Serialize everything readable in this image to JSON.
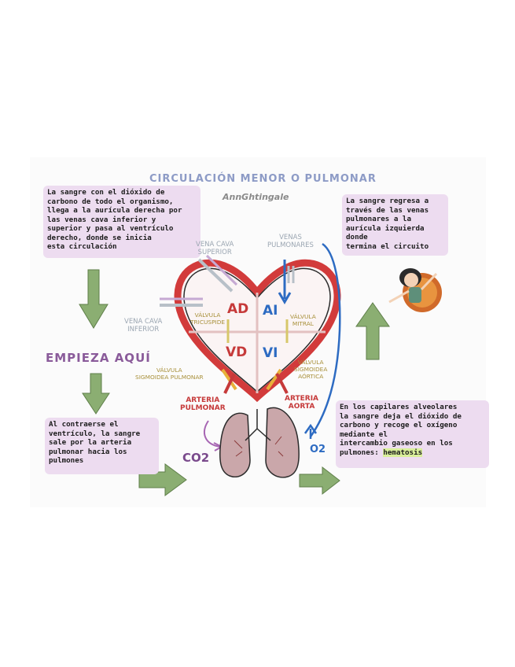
{
  "title": "CIRCULACIÓN MENOR O PULMONAR",
  "author": "AnnGhtingale",
  "notes": {
    "intro": "La sangre con el dióxido de\ncarbono de todo el organismo,\nllega a la aurícula derecha por\nlas venas cava inferior y\nsuperior y pasa al ventrículo\nderecho, donde se inicia\nesta circulación",
    "return": "La sangre regresa a\ntravés de las venas\npulmonares a la\naurícula izquierda\ndonde\ntermina el circuito",
    "contract": "Al contraerse el\nventrículo, la sangre\nsale por la arteria\npulmonar hacia los\npulmones",
    "exchange": "En los capilares alveolares\nla sangre deja el dióxido de\ncarbono y recoge el oxígeno\nmediante el\nintercambio gaseoso en los\npulmones:",
    "exchange_highlight": "hematosis"
  },
  "start_label": "EMPIEZA AQUÍ",
  "labels": {
    "vena_cava_superior": "VENA CAVA\nSUPERIOR",
    "venas_pulmonares": "VENAS\nPULMONARES",
    "vena_cava_inferior": "VENA CAVA\nINFERIOR",
    "valvula_tricuspide": "VÁLVULA\nTRICUSPIDE",
    "valvula_mitral": "VÁLVULA\nMITRAL",
    "valvula_sigmoidea_pulmonar": "VÁLVULA\nSIGMOIDEA PULMONAR",
    "valvula_sigmoidea_aortica": "VÁLVULA\nSIGMOIDEA\nAÓRTICA",
    "arteria_pulmonar": "ARTERIA\nPULMONAR",
    "arteria_aorta": "ARTERIA\nAORTA",
    "co2": "CO2",
    "o2": "O2"
  },
  "chambers": {
    "ad": "AD",
    "ai": "AI",
    "vd": "VD",
    "vi": "VI"
  },
  "colors": {
    "heart_outline": "#d23b3b",
    "heart_inner": "#2b2b2b",
    "arrow_green": "#8bae72",
    "note_bg": "#eddcf0",
    "title": "#8d9bc6",
    "blue_vessel": "#2d6bc2",
    "chamber_red": "#c63a3a",
    "chamber_blue": "#2d6bc2",
    "highlight": "#d9ef9a"
  }
}
